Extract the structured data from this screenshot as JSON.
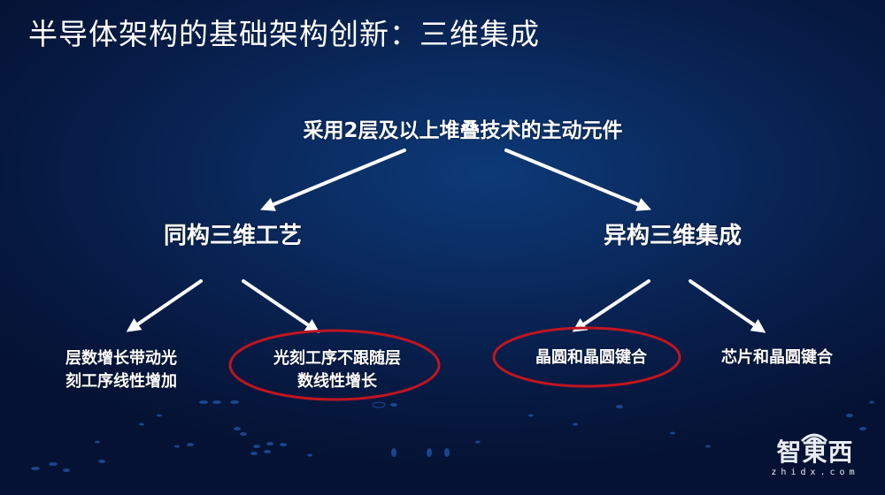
{
  "slide": {
    "title": "半导体架构的基础架构创新：三维集成",
    "background_color": "#0a2a5e",
    "accent_color": "#c0151f"
  },
  "diagram": {
    "root": {
      "label": "采用2层及以上堆叠技术的主动元件"
    },
    "branches": [
      {
        "label": "同构三维工艺",
        "children": [
          {
            "line1": "层数增长带动光",
            "line2": "刻工序线性增加",
            "highlighted": false
          },
          {
            "line1": "光刻工序不跟随层",
            "line2": "数线性增长",
            "highlighted": true
          }
        ]
      },
      {
        "label": "异构三维集成",
        "children": [
          {
            "line1": "晶圆和晶圆键合",
            "highlighted": true
          },
          {
            "line1": "芯片和晶圆键合",
            "highlighted": false
          }
        ]
      }
    ]
  },
  "watermark": {
    "mark": "智東西",
    "url": "zhidx.com",
    "icon": "wifi-signal-icon"
  }
}
